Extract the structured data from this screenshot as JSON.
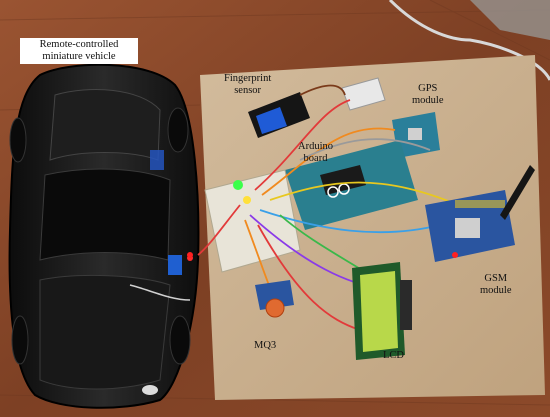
{
  "labels": {
    "car": [
      "Remote-controlled",
      "miniature vehicle"
    ],
    "fingerprint": [
      "Fingerprint",
      "sensor"
    ],
    "gps": [
      "GPS",
      "module"
    ],
    "arduino": [
      "Arduino",
      "board"
    ],
    "gsm": [
      "GSM",
      "module"
    ],
    "mq3": "MQ3",
    "lcd": "LCD"
  },
  "colors": {
    "table": "#8a4a2c",
    "board": "#c9b08f",
    "car_body": "#151515",
    "arduino_pcb": "#2a7f8f",
    "gsm_pcb": "#2a55a0",
    "lcd_screen": "#b8d84a",
    "breadboard": "#e8e4d8"
  }
}
